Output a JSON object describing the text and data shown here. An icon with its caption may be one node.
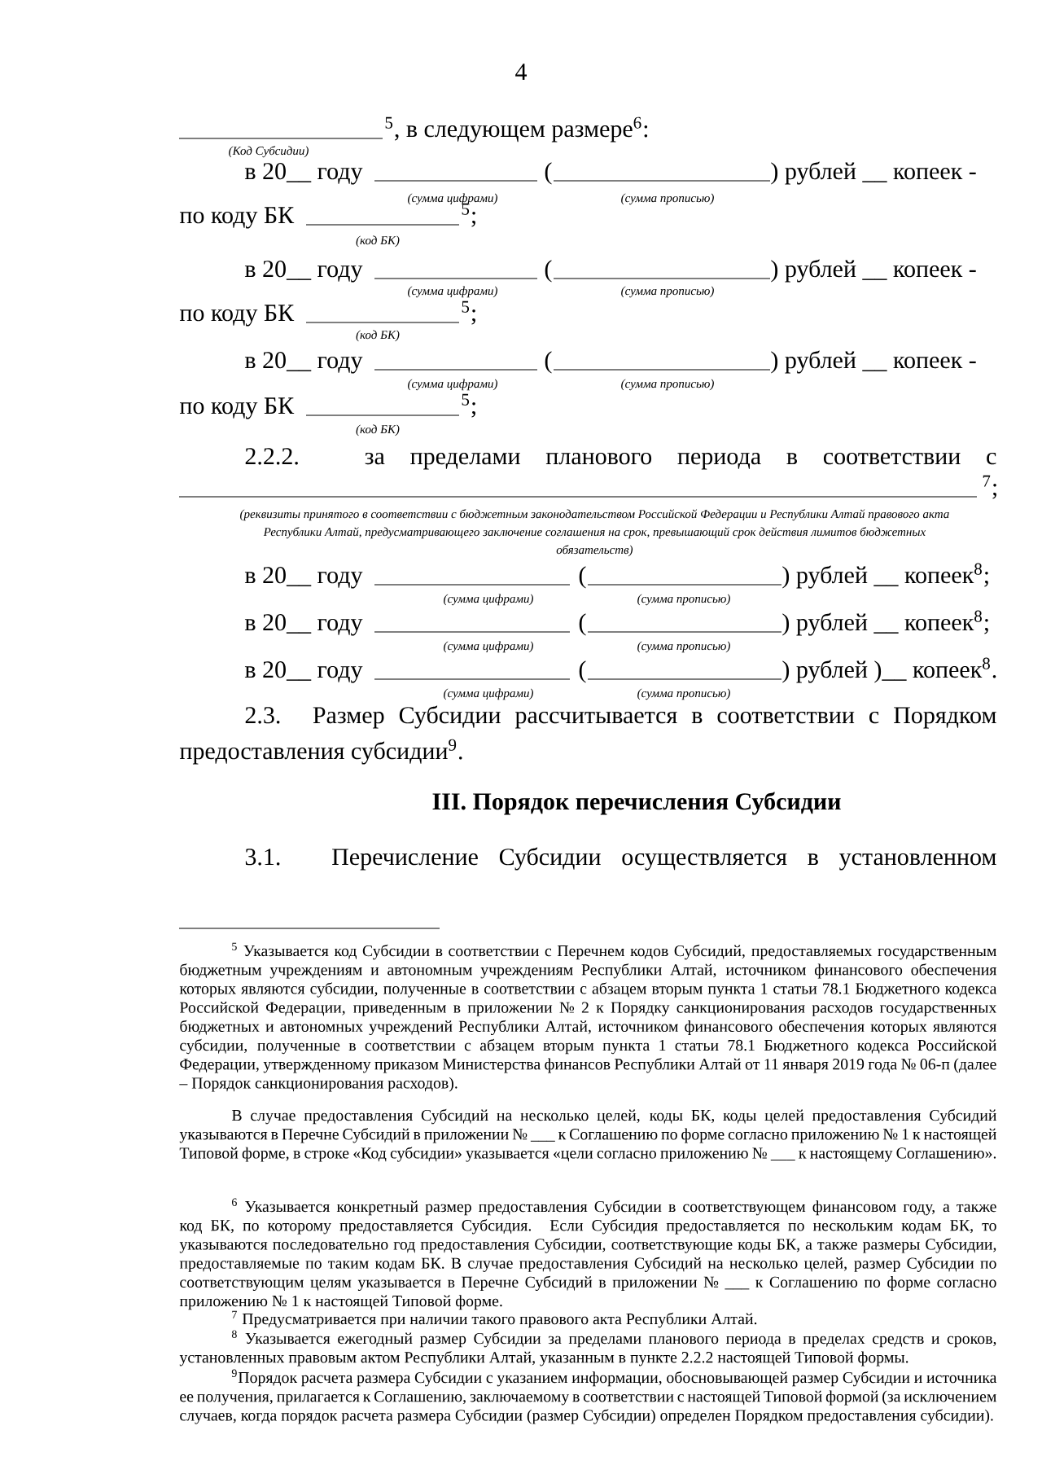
{
  "diagram": {
    "labels": [
      "4",
      "$^{5}$, в следующем размере$^{6}$:",
      "(Код Субсидии)",
      "в 20__ году",
      "(",
      ") рублей __ копеек -",
      "(сумма цифрами)",
      "(сумма прописью)",
      "по коду БК",
      "$^{5}$;",
      "(код БК)",
      "в 20__ году",
      "(",
      ") рублей __ копеек -",
      "(сумма цифрами)",
      "(сумма прописью)",
      "по коду БК",
      "$^{5}$;",
      "(код БК)",
      "в 20__ году",
      "(",
      ") рублей __ копеек -",
      "(сумма цифрами)",
      "(сумма прописью)",
      "по коду БК",
      "$^{5}$;",
      "(код БК)",
      "2.2.2. за пределами планового периода в соответствии с",
      "$^{7}$;",
      "(реквизиты принятого в соответствии с бюджетным законодательством Российской Федерации и Республики Алтай правового акта Республики Алтай, предусматривающего заключение соглашения на срок, превышающий срок действия лимитов бюджетных обязательств)",
      "в 20__ году",
      "(",
      ") рублей __ копеек$^{8}$;",
      "(сумма цифрами)",
      "(сумма прописью)",
      "в 20__ году",
      "(",
      ") рублей __ копеек$^{8}$;",
      "(сумма цифрами)",
      "(сумма прописью)",
      "в 20__ году",
      "(",
      ") рублей )__ копеек$^{8}$.",
      "(сумма цифрами)",
      "(сумма прописью)",
      "2.3. Размер Субсидии рассчитывается в соответствии с Порядком предоставления субсидии$^{9}$.",
      "III. Порядок перечисления Субсидии",
      "3.1. Перечисление Субсидии осуществляется в установленном",
      "$^{5}$ Указывается код Субсидии в соответствии с Перечнем кодов Субсидий, предоставляемых государственным бюджетным учреждениям и автономным учреждениям Республики Алтай, источником финансового обеспечения которых являются субсидии, полученные в соответствии с абзацем вторым пункта 1 статьи 78.1 Бюджетного кодекса Российской Федерации, приведенным в приложении № 2 к Порядку санкционирования расходов государственных бюджетных и автономных учреждений Республики Алтай, источником финансового обеспечения которых являются субсидии, полученные в соответствии с абзацем вторым пункта 1 статьи 78.1 Бюджетного кодекса Российской Федерации, утвержденному приказом Министерства финансов Республики Алтай от 11 января 2019 года № 06-п (далее – Порядок санкционирования расходов).",
      "В случае предоставления Субсидий на несколько целей, коды БК, коды целей предоставления Субсидий указываются в Перечне Субсидий в приложении № ___ к Соглашению по форме согласно приложению № 1 к настоящей Типовой форме, в строке «Код субсидии» указывается «цели согласно приложению № ___ к настоящему Соглашению».",
      "$^{6}$ Указывается конкретный размер предоставления Субсидии в соответствующем финансовом году, а также код БК, по которому предоставляется Субсидия. Если Субсидия предоставляется по нескольким кодам БК, то указываются последовательно год предоставления Субсидии, соответствующие коды БК, а также размеры Субсидии, предоставляемые по таким кодам БК. В случае предоставления Субсидий на несколько целей, размер Субсидии по соответствующим целям указывается в Перечне Субсидий в приложении № ___ к Соглашению по форме согласно приложению № 1 к настоящей Типовой форме.",
      "$^{7}$ Предусматривается при наличии такого правового акта Республики Алтай.",
      "$^{8}$ Указывается ежегодный размер Субсидии за пределами планового периода в пределах средств и сроков, установленных правовым актом Республики Алтай, указанным в пункте 2.2.2 настоящей Типовой формы.",
      "$^{9}$Порядок расчета размера Субсидии с указанием информации, обосновывающей размер Субсидии и источника ее получения, прилагается к Соглашению, заключаемому в соответствии с настоящей Типовой формой (за исключением случаев, когда порядок расчета размера Субсидии (размер Субсидии) определен Порядком предоставления субсидии)."
    ]
  }
}
